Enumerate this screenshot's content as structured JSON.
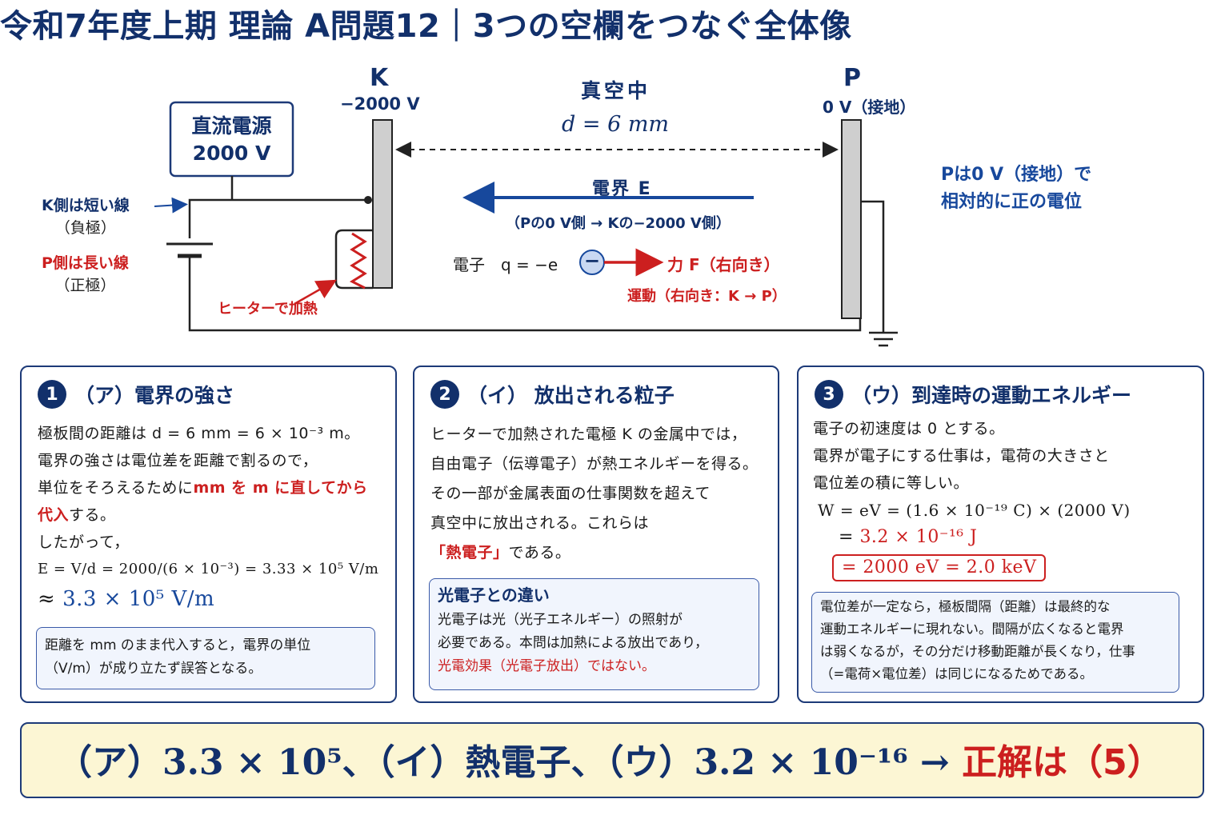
{
  "title": "令和7年度上期 理論 A問題12｜3つの空欄をつなぐ全体像",
  "diagram": {
    "k_label": "K",
    "k_voltage": "−2000 V",
    "p_label": "P",
    "p_voltage": "0 V（接地）",
    "vacuum": "真空中",
    "distance": "d = 6 mm",
    "source_line1": "直流電源",
    "source_line2": "2000 V",
    "k_side_line1": "K側は短い線",
    "k_side_line2": "（負極）",
    "p_side_line1": "P側は長い線",
    "p_side_line2": "（正極）",
    "heater": "ヒーターで加熱",
    "field": "電界 E",
    "field_dir": "（Pの0 V側 → Kの−2000 V側）",
    "electron": "電子　q = −e",
    "electron_symbol": "−",
    "force": "力 F（右向き）",
    "motion": "運動（右向き：K → P）",
    "p_note_line1": "Pは0 V（接地）で",
    "p_note_line2": "相対的に正の電位"
  },
  "box1": {
    "num": "1",
    "heading": "（ア）電界の強さ",
    "l1": "極板間の距離は d = 6 mm = 6 × 10⁻³ m。",
    "l2": "電界の強さは電位差を距離で割るので，",
    "l3a": "単位をそろえるために",
    "l3b": "mm を m に直してから",
    "l4a": "代入",
    "l4b": "する。",
    "l5": "したがって，",
    "l6": "E = V/d = 2000/(6 × 10⁻³) = 3.33 × 10⁵ V/m",
    "l7a": "≈ ",
    "l7b": "3.3 × 10⁵ V/m",
    "note1": "距離を mm のまま代入すると，電界の単位",
    "note2": "（V/m）が成り立たず誤答となる。"
  },
  "box2": {
    "num": "2",
    "heading": "（イ） 放出される粒子",
    "l1": "ヒーターで加熱された電極 K の金属中では，",
    "l2": "自由電子（伝導電子）が熱エネルギーを得る。",
    "l3": "その一部が金属表面の仕事関数を超えて",
    "l4": "真空中に放出される。これらは",
    "l5a": "「熱電子」",
    "l5b": "である。",
    "note_title": "光電子との違い",
    "note1": "光電子は光（光子エネルギー）の照射が",
    "note2": "必要である。本問は加熱による放出であり，",
    "note3": "光電効果（光電子放出）ではない。"
  },
  "box3": {
    "num": "3",
    "heading": "（ウ）到達時の運動エネルギー",
    "l1": "電子の初速度は 0 とする。",
    "l2": "電界が電子にする仕事は，電荷の大きさと",
    "l3": "電位差の積に等しい。",
    "l4": "W = eV = (1.6 × 10⁻¹⁹ C) × (2000 V)",
    "l5a": "= ",
    "l5b": "3.2 × 10⁻¹⁶ J",
    "l6": "= 2000 eV = 2.0 keV",
    "note1": "電位差が一定なら，極板間隔（距離）は最終的な",
    "note2": "運動エネルギーに現れない。間隔が広くなると電界",
    "note3": "は弱くなるが，その分だけ移動距離が長くなり，仕事",
    "note4": "（=電荷×電位差）は同じになるためである。"
  },
  "final": {
    "answer": "（ア）3.3 × 10⁵、（イ）熱電子、（ウ）3.2 × 10⁻¹⁶ →",
    "correct": "正解は（5）"
  },
  "colors": {
    "navy": "#12306b",
    "red": "#cc1f1f",
    "blue": "#17489c",
    "final_bg": "#fcf6d4"
  }
}
